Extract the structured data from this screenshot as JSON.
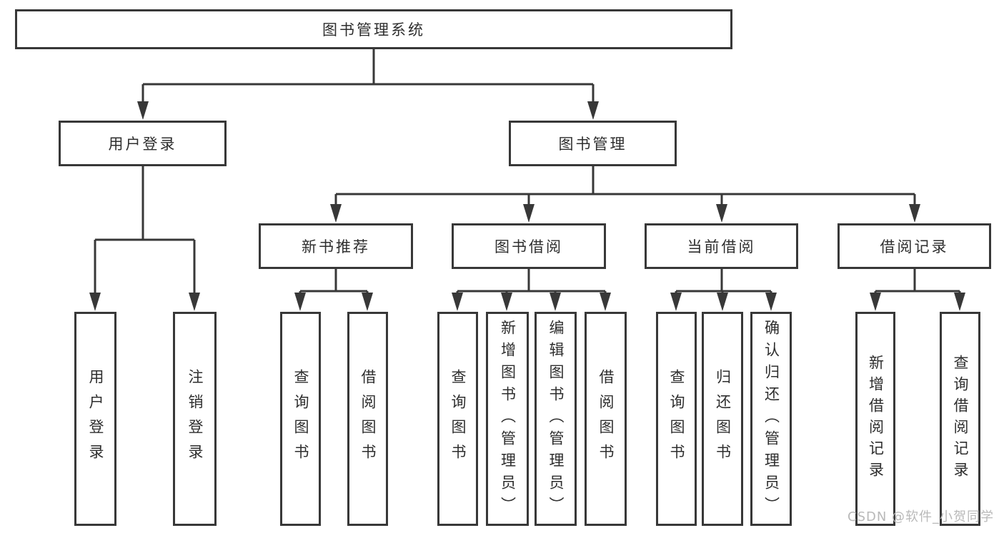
{
  "diagram": {
    "root": {
      "label": "图书管理系统"
    },
    "level2": {
      "user_login": {
        "label": "用户登录"
      },
      "book_mgmt": {
        "label": "图书管理"
      }
    },
    "user_login_leaves": [
      {
        "label": "用户登录"
      },
      {
        "label": "注销登录"
      }
    ],
    "branches": [
      {
        "label": "新书推荐",
        "leaves": [
          {
            "label": "查询图书"
          },
          {
            "label": "借阅图书"
          }
        ]
      },
      {
        "label": "图书借阅",
        "leaves": [
          {
            "label": "查询图书"
          },
          {
            "label": "新增图书（管理员）"
          },
          {
            "label": "编辑图书（管理员）"
          },
          {
            "label": "借阅图书"
          }
        ]
      },
      {
        "label": "当前借阅",
        "leaves": [
          {
            "label": "查询图书"
          },
          {
            "label": "归还图书"
          },
          {
            "label": "确认归还（管理员）"
          }
        ]
      },
      {
        "label": "借阅记录",
        "leaves": [
          {
            "label": "新增借阅记录"
          },
          {
            "label": "查询借阅记录"
          }
        ]
      }
    ]
  },
  "watermark": {
    "text": "CSDN @软件_小贺同学"
  },
  "colors": {
    "line": "#383838",
    "box_border": "#383838",
    "box_fill": "#ffffff",
    "text": "#2e2e2e",
    "watermark": "#b9b9b9",
    "background": "#ffffff"
  }
}
